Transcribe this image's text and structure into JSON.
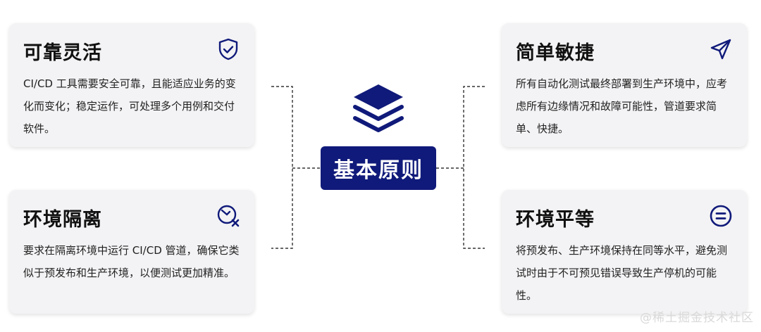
{
  "center": {
    "label": "基本原则"
  },
  "cards": {
    "top_left": {
      "title": "可靠灵活",
      "body": " CI/CD 工具需要安全可靠，且能适应业务的变化而变化；稳定运作，可处理多个用例和交付软件。",
      "icon": "shield-check-icon"
    },
    "bottom_left": {
      "title": "环境隔离",
      "body": "要求在隔离环境中运行 CI/CD 管道，确保它类似于预发布和生产环境，以便测试更加精准。",
      "icon": "clock-x-icon"
    },
    "top_right": {
      "title": "简单敏捷",
      "body": "所有自动化测试最终部署到生产环境中，应考虑所有边缘情况和故障可能性，管道要求简单、快捷。",
      "icon": "send-icon"
    },
    "bottom_right": {
      "title": "环境平等",
      "body": "将预发布、生产环境保持在同等水平，避免测试时由于不可预见错误导致生产停机的可能性。",
      "icon": "equals-circle-icon"
    }
  },
  "watermark": "@稀土掘金技术社区",
  "colors": {
    "accent": "#101a7a",
    "card_bg": "#f3f3f5"
  }
}
